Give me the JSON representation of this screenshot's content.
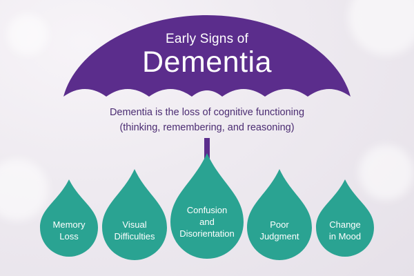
{
  "colors": {
    "umbrella": "#5b2d8c",
    "subtitle_text": "#4b2c72",
    "drop": "#2aa392",
    "drop_text": "#ffffff"
  },
  "header": {
    "title_small": "Early Signs of",
    "title_large": "Dementia"
  },
  "definition": {
    "line1": "Dementia is the loss of cognitive functioning",
    "line2": "(thinking, remembering, and reasoning)"
  },
  "drops": [
    {
      "label": "Memory\nLoss"
    },
    {
      "label": "Visual\nDifficulties"
    },
    {
      "label": "Confusion\nand\nDisorientation"
    },
    {
      "label": "Poor\nJudgment"
    },
    {
      "label": "Change\nin Mood"
    }
  ]
}
